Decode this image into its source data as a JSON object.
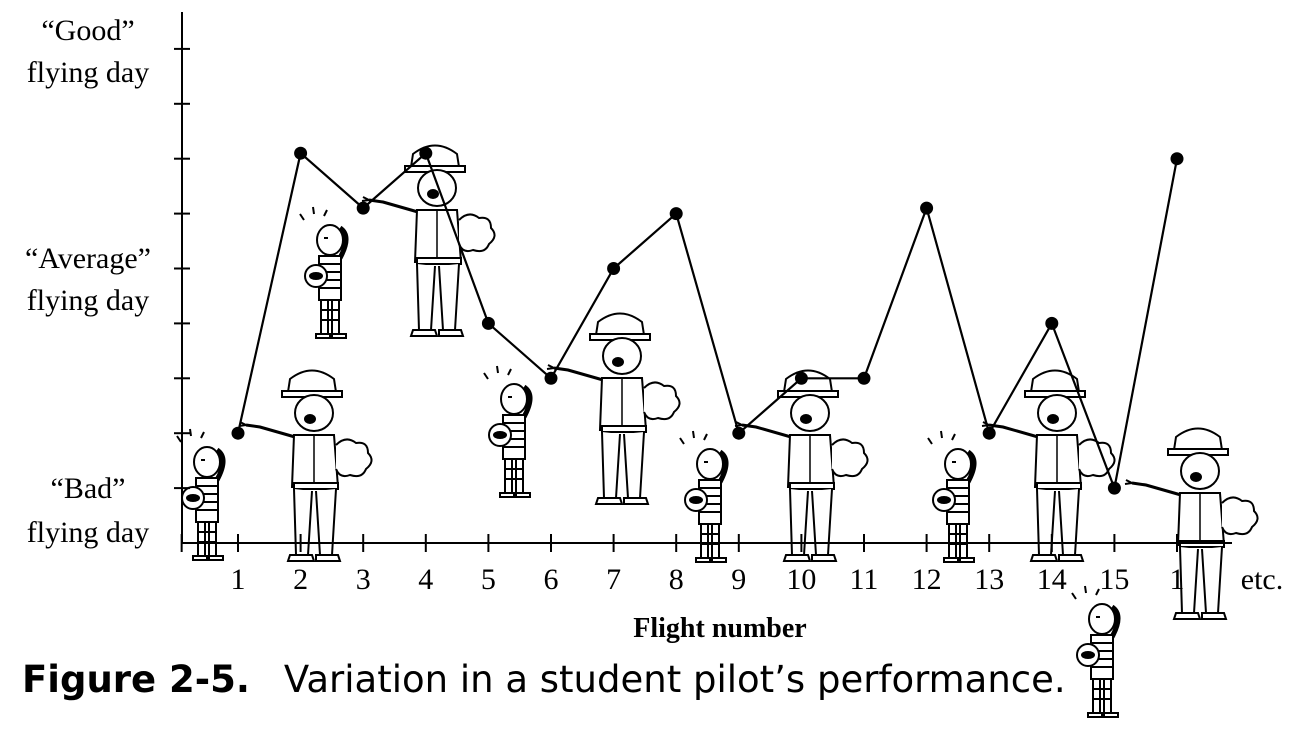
{
  "chart_data": {
    "type": "line",
    "title": "",
    "xlabel": "Flight number",
    "ylabel": "",
    "y_levels": [
      "“Good” flying day",
      "“Average” flying day",
      "“Bad” flying day"
    ],
    "x_tick_labels": [
      "1",
      "2",
      "3",
      "4",
      "5",
      "6",
      "7",
      "8",
      "9",
      "10",
      "11",
      "12",
      "13",
      "14",
      "15",
      "1",
      "etc."
    ],
    "ylim": [
      0,
      10
    ],
    "y_ticks": [
      1,
      2,
      3,
      4,
      5,
      6,
      7,
      8,
      9
    ],
    "grid": false,
    "legend": "none",
    "series": [
      {
        "x": [
          1,
          2,
          3,
          4,
          5,
          6,
          7,
          8,
          9,
          10,
          11,
          12,
          13,
          14,
          15,
          16
        ],
        "values": [
          2.0,
          7.1,
          6.1,
          7.1,
          4.0,
          3.0,
          5.0,
          6.0,
          2.0,
          3.0,
          3.0,
          6.1,
          2.0,
          4.0,
          1.0,
          7.0
        ]
      }
    ],
    "colors": {
      "line": "#000000",
      "marker": "#000000"
    }
  },
  "caption": {
    "number": "Figure 2-5.",
    "text": "Variation in a student pilot’s performance."
  }
}
